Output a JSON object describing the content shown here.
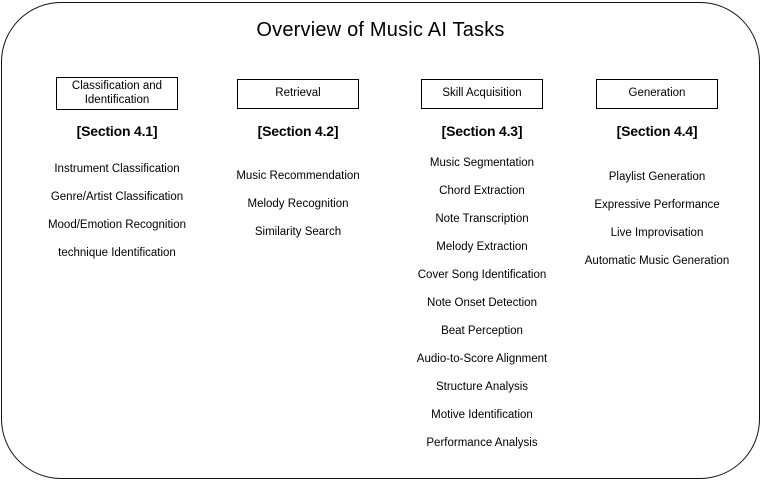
{
  "title": "Overview of Music AI Tasks",
  "colors": {
    "background": "#ffffff",
    "border": "#000000",
    "text": "#000000"
  },
  "columns": [
    {
      "title": "Classification and Identification",
      "section": "[Section 4.1]",
      "tasks": [
        "Instrument Classification",
        "Genre/Artist Classification",
        "Mood/Emotion Recognition",
        "technique Identification"
      ]
    },
    {
      "title": "Retrieval",
      "section": "[Section 4.2]",
      "tasks": [
        "Music Recommendation",
        "Melody Recognition",
        "Similarity Search"
      ]
    },
    {
      "title": "Skill Acquisition",
      "section": "[Section 4.3]",
      "tasks": [
        "Music Segmentation",
        "Chord Extraction",
        "Note Transcription",
        "Melody Extraction",
        "Cover Song Identification",
        "Note Onset Detection",
        "Beat Perception",
        "Audio-to-Score Alignment",
        "Structure Analysis",
        "Motive Identification",
        "Performance Analysis"
      ]
    },
    {
      "title": "Generation",
      "section": "[Section 4.4]",
      "tasks": [
        "Playlist Generation",
        "Expressive Performance",
        "Live Improvisation",
        "Automatic Music Generation"
      ]
    }
  ]
}
